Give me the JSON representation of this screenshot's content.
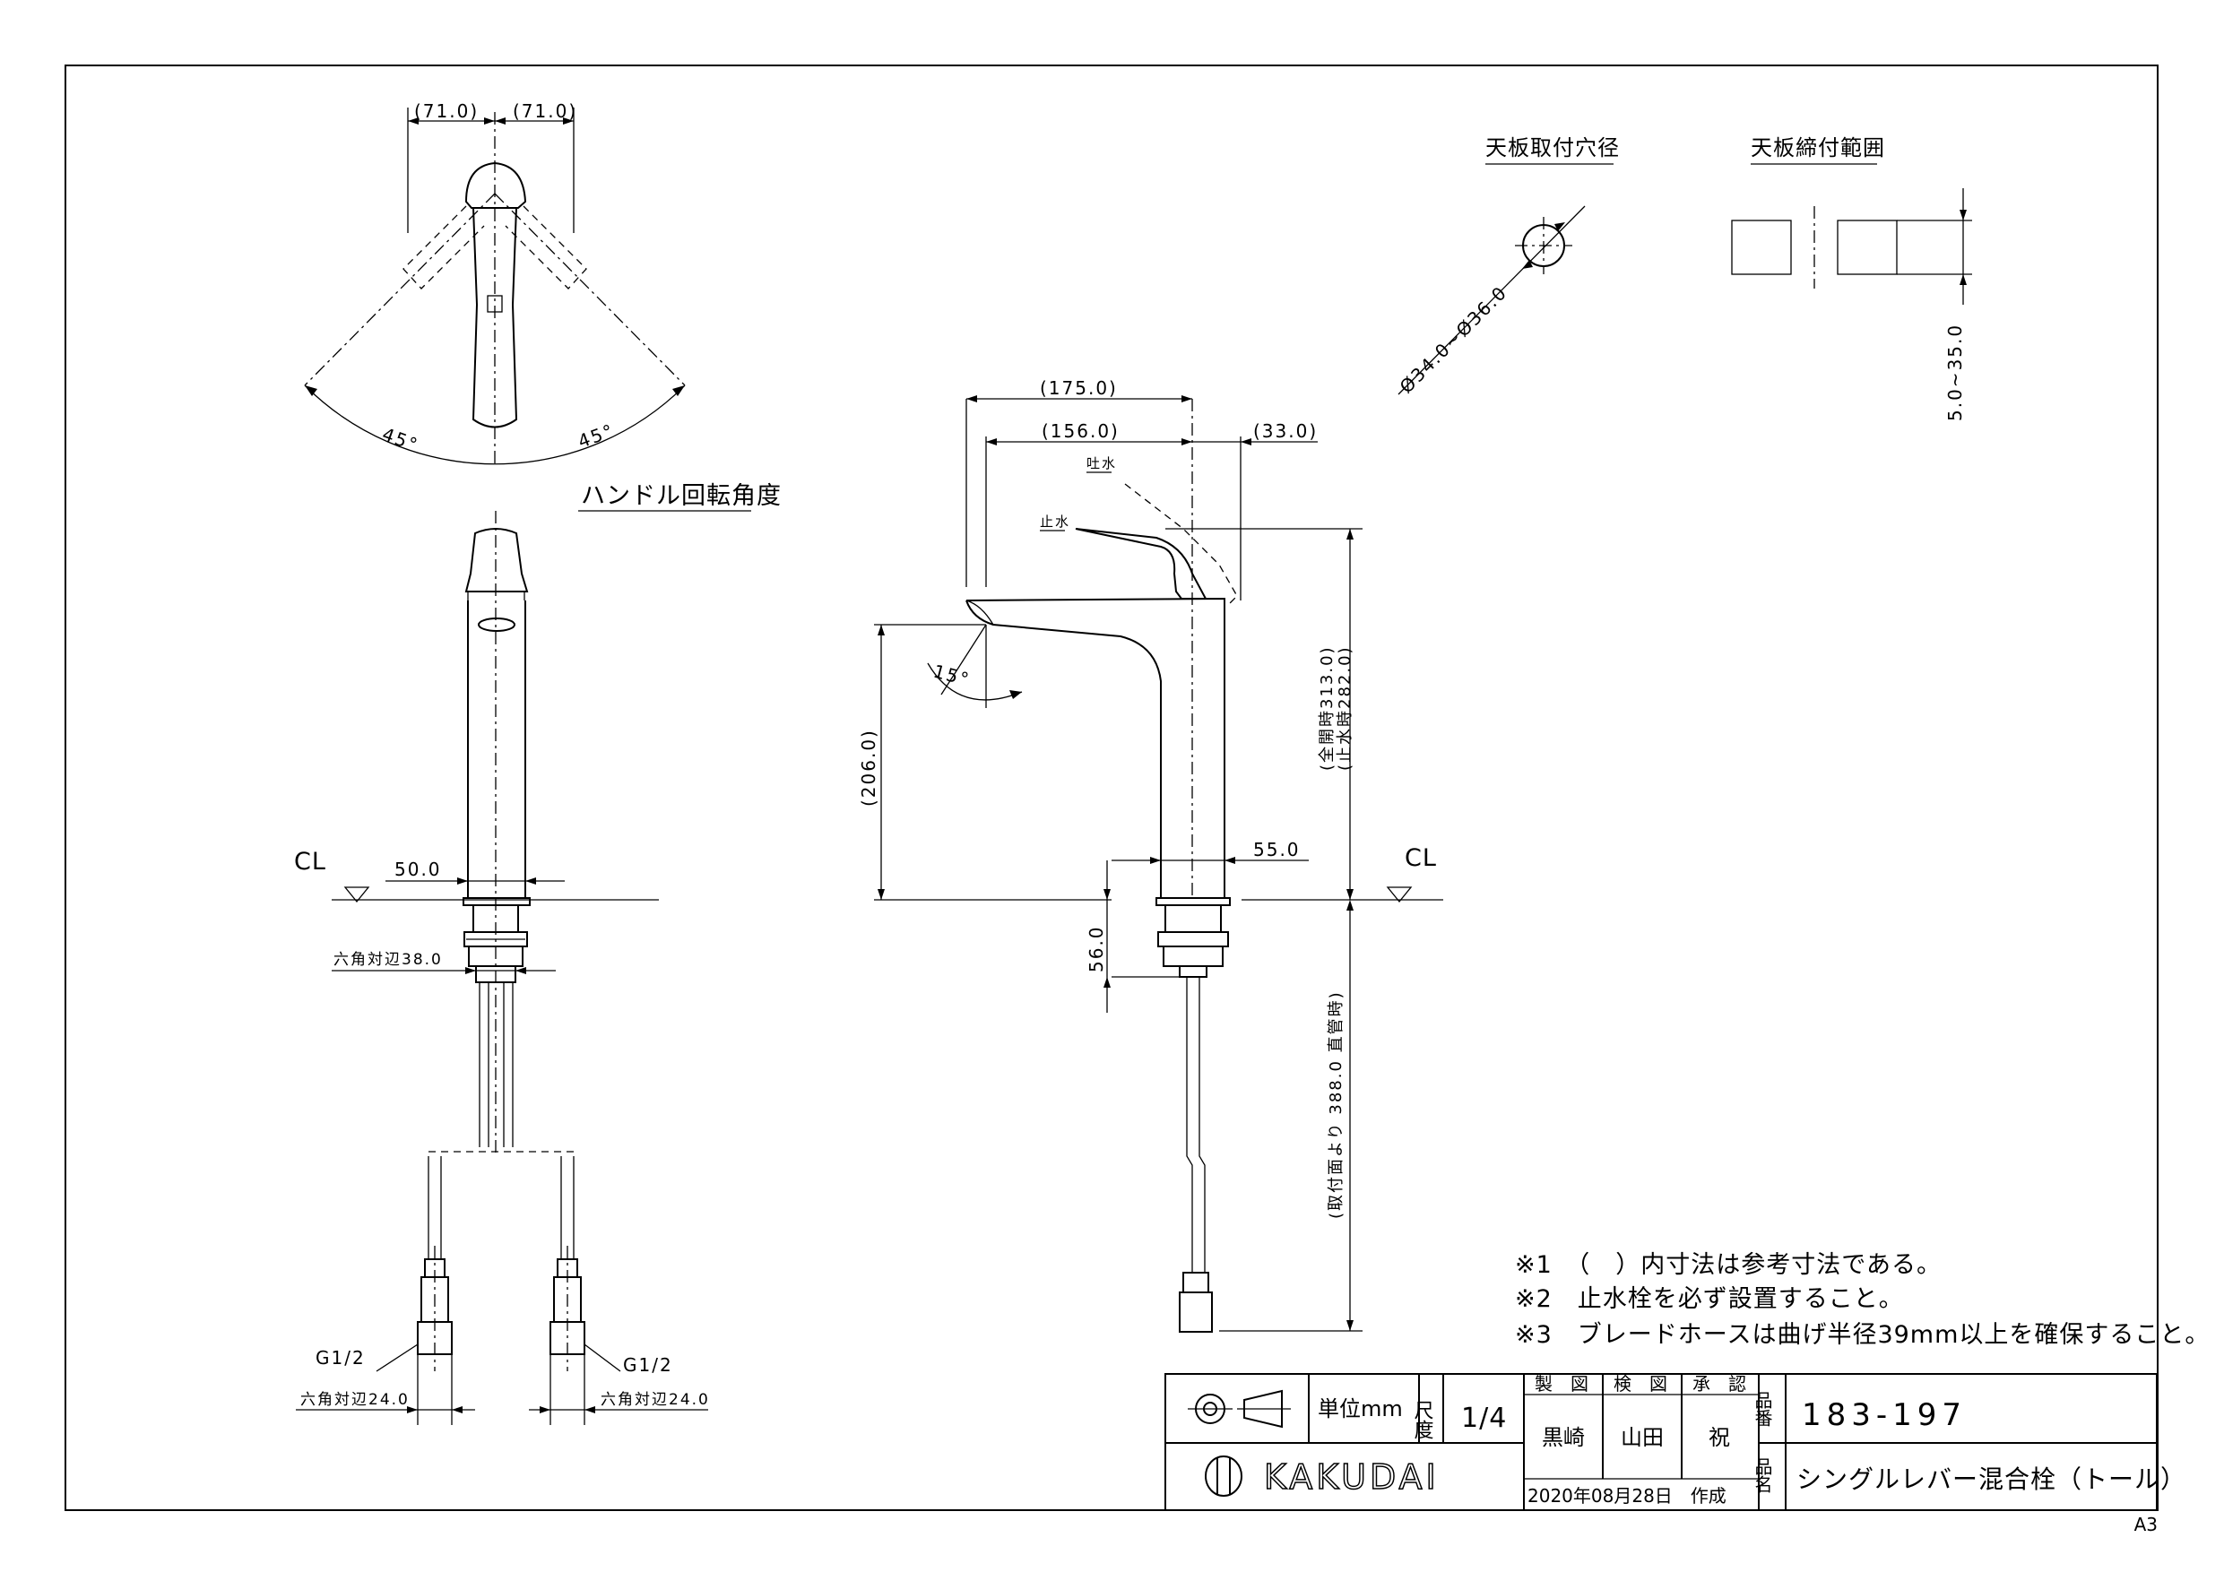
{
  "top_view": {
    "dim_left": "(71.0)",
    "dim_right": "(71.0)",
    "angle_left": "45°",
    "angle_right": "45°",
    "caption": "ハンドル回転角度"
  },
  "front_view": {
    "cl_label": "CL",
    "dim_50": "50.0",
    "hex_38": "六角対辺38.0",
    "g_left": "G1/2",
    "g_right": "G1/2",
    "hex_24_left": "六角対辺24.0",
    "hex_24_right": "六角対辺24.0"
  },
  "side_view": {
    "dim_175": "(175.0)",
    "dim_156": "(156.0)",
    "dim_33": "(33.0)",
    "dim_206": "(206.0)",
    "angle_15": "15°",
    "spout_label": "吐水",
    "stop_label": "止水",
    "dim_313": "(全開時313.0)",
    "dim_282": "(止水時282.0)",
    "dim_55": "55.0",
    "dim_56": "56.0",
    "cl_label": "CL",
    "dim_388": "(取付面より 388.0 直管時)"
  },
  "hole_detail": {
    "title": "天板取付穴径",
    "dim": "Ø34.0~Ø36.0"
  },
  "thickness_detail": {
    "title": "天板締付範囲",
    "dim": "5.0~35.0"
  },
  "notes": [
    "※1　（　）内寸法は参考寸法である。",
    "※2　止水栓を必ず設置すること。",
    "※3　ブレードホースは曲げ半径39mm以上を確保すること。"
  ],
  "title_block": {
    "unit": "単位mm",
    "scale_label": "尺度",
    "scale_value": "1/4",
    "made_label": "製　図",
    "checked_label": "検　図",
    "approved_label": "承　認",
    "made_by": "黒崎",
    "checked_by": "山田",
    "approved_by": "祝",
    "date": "2020年08月28日　作成",
    "part_no_label": "品番",
    "part_no": "183-197",
    "part_name_label": "品名",
    "part_name": "シングルレバー混合栓（トール）",
    "brand": "KAKUDAI"
  },
  "sheet_size": "A3"
}
